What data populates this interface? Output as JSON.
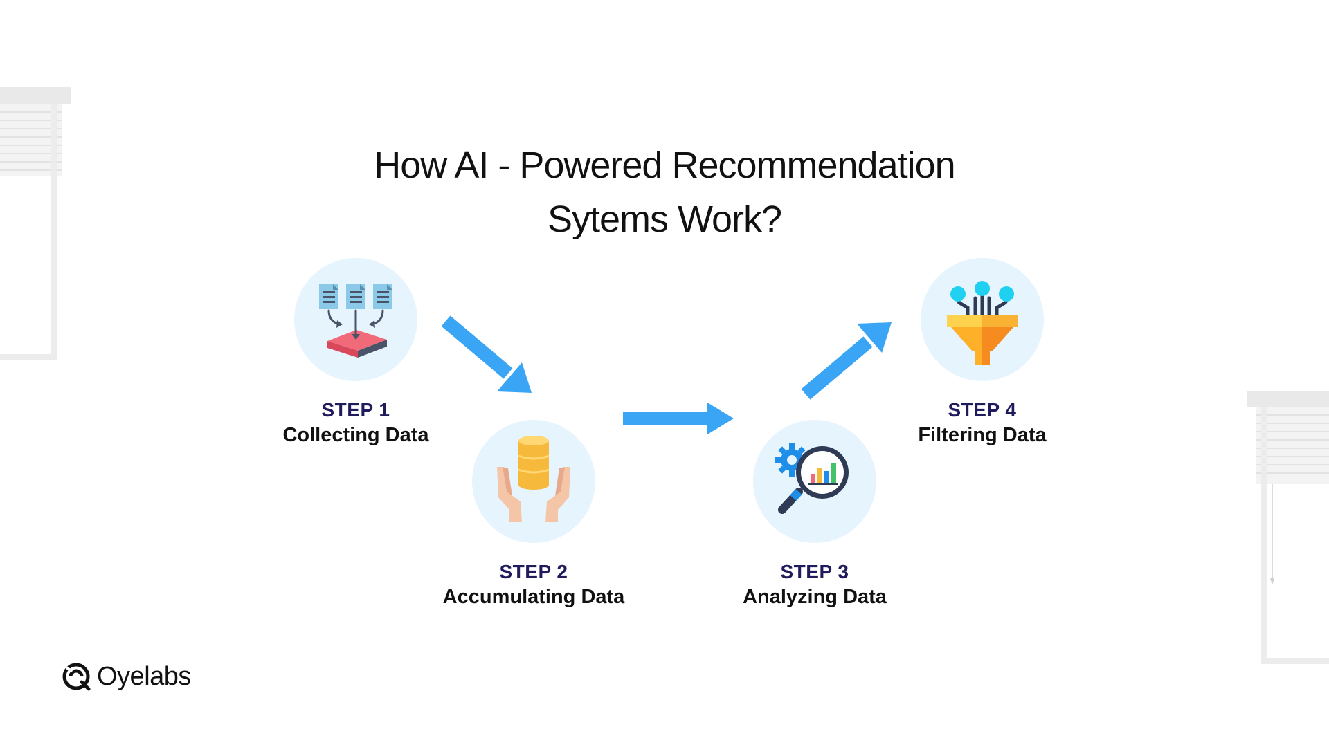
{
  "title": {
    "line1": "How AI - Powered Recommendation",
    "line2": "Sytems Work?"
  },
  "steps": [
    {
      "number": "STEP 1",
      "label": "Collecting Data",
      "icon": "documents-to-tray-icon"
    },
    {
      "number": "STEP 2",
      "label": "Accumulating Data",
      "icon": "hands-holding-database-icon"
    },
    {
      "number": "STEP 3",
      "label": "Analyzing Data",
      "icon": "magnifier-chart-gear-icon"
    },
    {
      "number": "STEP 4",
      "label": "Filtering Data",
      "icon": "funnel-filter-icon"
    }
  ],
  "brand": {
    "name": "Oyelabs"
  },
  "colors": {
    "arrow": "#3aa4f5",
    "circle": "#e6f4fd",
    "step_number": "#1f1b5c",
    "text": "#111111"
  }
}
